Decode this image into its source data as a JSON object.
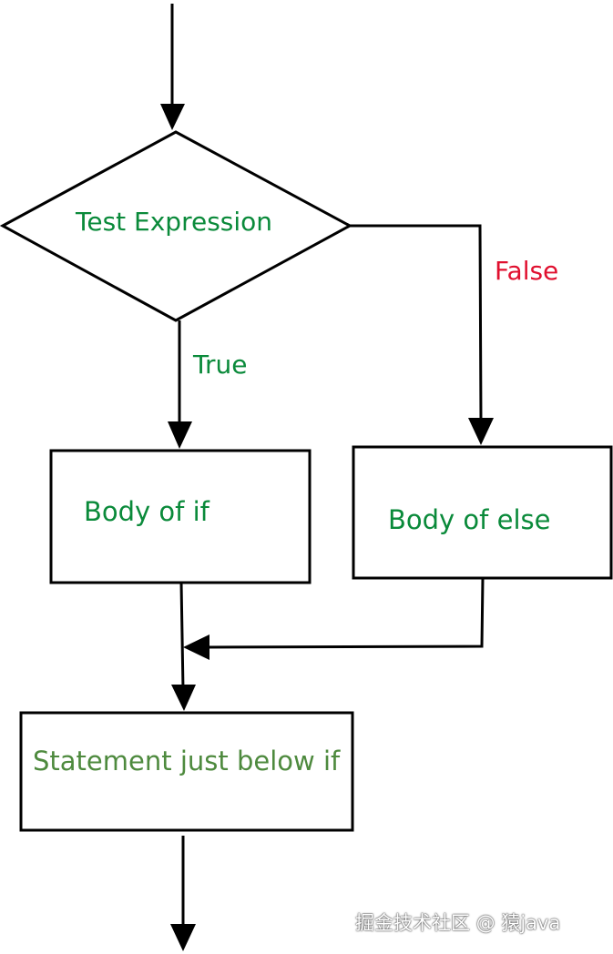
{
  "diagram": {
    "test_expression": "Test Expression",
    "true_label": "True",
    "false_label": "False",
    "if_body": "Body of if",
    "else_body": "Body of else",
    "after_statement": "Statement just below if"
  },
  "colors": {
    "node_text": "#0a8a3a",
    "statement_text": "#4e8a3e",
    "false_text": "#e0102f",
    "stroke": "#000000"
  },
  "watermark": "掘金技术社区 @ 猿java"
}
